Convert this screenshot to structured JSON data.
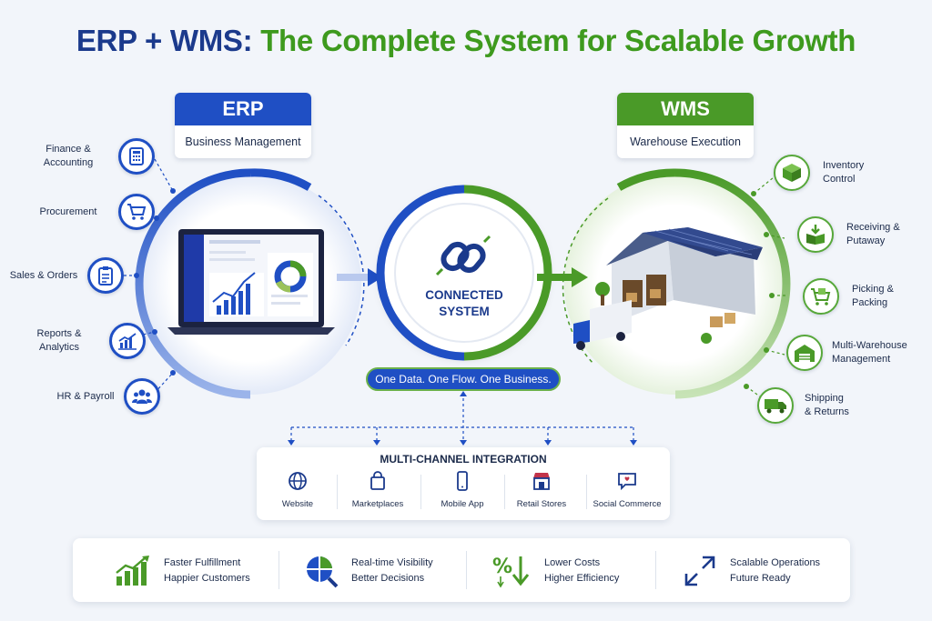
{
  "title": {
    "part1": "ERP + WMS:",
    "part2": "The Complete System for Scalable Growth"
  },
  "erp": {
    "name": "ERP",
    "subtitle": "Business Management",
    "color": "#1f4fc4",
    "modules": [
      {
        "line1": "Finance &",
        "line2": "Accounting",
        "icon": "calculator-icon"
      },
      {
        "line1": "Procurement",
        "line2": "",
        "icon": "shopping-cart-icon"
      },
      {
        "line1": "Sales & Orders",
        "line2": "",
        "icon": "clipboard-icon"
      },
      {
        "line1": "Reports &",
        "line2": "Analytics",
        "icon": "chart-icon"
      },
      {
        "line1": "HR & Payroll",
        "line2": "",
        "icon": "people-icon"
      }
    ]
  },
  "wms": {
    "name": "WMS",
    "subtitle": "Warehouse Execution",
    "color": "#4a9a28",
    "modules": [
      {
        "line1": "Inventory",
        "line2": "Control",
        "icon": "box-icon"
      },
      {
        "line1": "Receiving &",
        "line2": "Putaway",
        "icon": "inbound-box-icon"
      },
      {
        "line1": "Picking &",
        "line2": "Packing",
        "icon": "cart-box-icon"
      },
      {
        "line1": "Multi-Warehouse",
        "line2": "Management",
        "icon": "warehouse-icon"
      },
      {
        "line1": "Shipping",
        "line2": "& Returns",
        "icon": "truck-icon"
      }
    ]
  },
  "hub": {
    "line1": "CONNECTED",
    "line2": "SYSTEM",
    "icon": "chain-link-icon"
  },
  "slogan": "One Data. One Flow. One Business.",
  "integration": {
    "heading": "MULTI-CHANNEL INTEGRATION",
    "channels": [
      {
        "label": "Website",
        "icon": "globe-icon"
      },
      {
        "label": "Marketplaces",
        "icon": "shopping-bag-icon"
      },
      {
        "label": "Mobile App",
        "icon": "smartphone-icon"
      },
      {
        "label": "Retail Stores",
        "icon": "storefront-icon"
      },
      {
        "label": "Social Commerce",
        "icon": "chat-bubble-icon"
      }
    ]
  },
  "benefits": [
    {
      "line1": "Faster Fulfillment",
      "line2": "Happier Customers",
      "icon": "growth-bars-icon"
    },
    {
      "line1": "Real-time Visibility",
      "line2": "Better Decisions",
      "icon": "pie-magnifier-icon"
    },
    {
      "line1": "Lower Costs",
      "line2": "Higher Efficiency",
      "icon": "percent-down-icon"
    },
    {
      "line1": "Scalable Operations",
      "line2": "Future Ready",
      "icon": "expand-arrows-icon"
    }
  ]
}
